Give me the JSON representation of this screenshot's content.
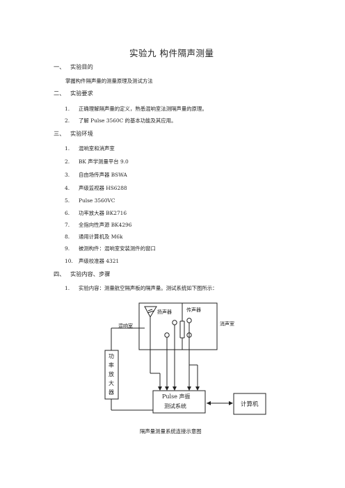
{
  "title": "实验九    构件隔声测量",
  "sections": [
    {
      "num": "一、",
      "heading": "实验目的"
    },
    {
      "num": "二、",
      "heading": "实验要求"
    },
    {
      "num": "三、",
      "heading": "实验环境"
    },
    {
      "num": "四、",
      "heading": "实验内容、步骤"
    }
  ],
  "purpose_text": "掌握构件隔声量的测量原理及测试方法",
  "requirements": [
    {
      "num": "1.",
      "text": "正确理解隔声量的定义，熟悉混响室法测隔声量的原理。"
    },
    {
      "num": "2.",
      "text": "了解 Pulse 3560C 的基本功能及其应用。"
    }
  ],
  "environment": [
    {
      "num": "1.",
      "text": "混响室和消声室"
    },
    {
      "num": "2.",
      "text": "BK 声学测量平台  9.0"
    },
    {
      "num": "3.",
      "text": "自由场传声器 BSWA"
    },
    {
      "num": "4.",
      "text": "声级监视器 HS6288"
    },
    {
      "num": "5.",
      "text": "Pulse 3560VC"
    },
    {
      "num": "6.",
      "text": "功率放大器 BK2716"
    },
    {
      "num": "7.",
      "text": "全指向性声源 BK4296"
    },
    {
      "num": "8.",
      "text": "通用计算机及   M6k"
    },
    {
      "num": "9.",
      "text": "被测构件：混响室安装测件的窗口"
    },
    {
      "num": "10.",
      "text": "声级校准器 4321"
    }
  ],
  "content_items": [
    {
      "num": "1.",
      "text": "实验内容：测量航空隔声板的隔声量。测试系统如下图所示："
    }
  ],
  "diagram": {
    "speaker": "扬声器",
    "microphone": "传声器",
    "reverb_room": "混响室",
    "anechoic_room": "消声室",
    "amplifier": "功率放大器",
    "pulse_line1": "Pulse 声振",
    "pulse_line2": "测试系统",
    "computer": "计算机"
  },
  "caption": "隔声量测量系统连接示意图"
}
